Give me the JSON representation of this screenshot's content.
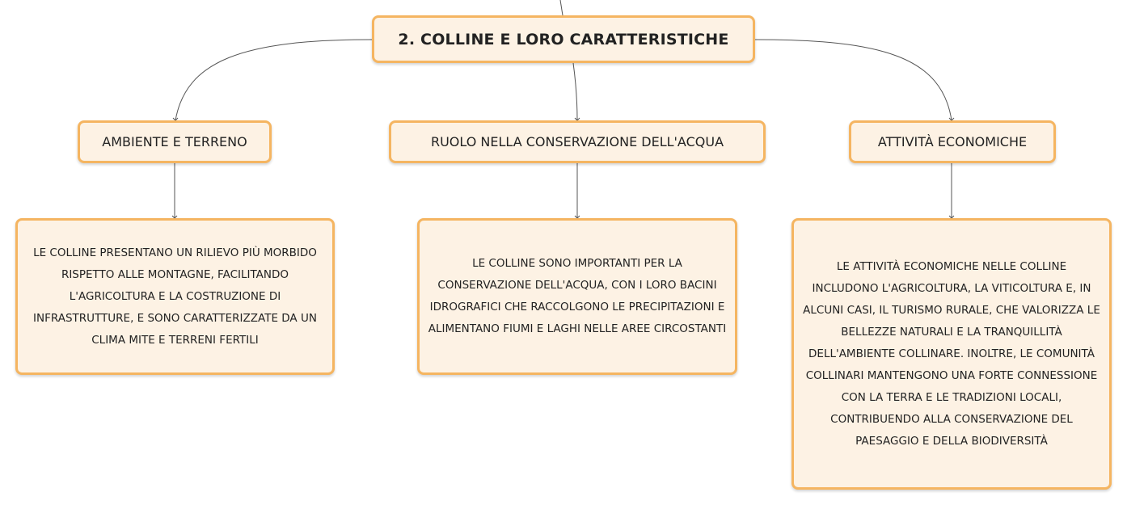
{
  "root": {
    "title": "2. COLLINE E LORO CARATTERISTICHE"
  },
  "topics": [
    {
      "label": "AMBIENTE E TERRENO",
      "detail": "LE COLLINE PRESENTANO UN RILIEVO PIÙ MORBIDO RISPETTO ALLE MONTAGNE, FACILITANDO L'AGRICOLTURA E LA COSTRUZIONE DI INFRASTRUTTURE, E SONO CARATTERIZZATE DA UN CLIMA MITE E TERRENI FERTILI"
    },
    {
      "label": "RUOLO NELLA CONSERVAZIONE DELL'ACQUA",
      "detail": "LE COLLINE SONO IMPORTANTI PER LA CONSERVAZIONE DELL'ACQUA, CON I LORO BACINI IDROGRAFICI CHE RACCOLGONO LE PRECIPITAZIONI E ALIMENTANO FIUMI E LAGHI NELLE AREE CIRCOSTANTI"
    },
    {
      "label": "ATTIVITÀ ECONOMICHE",
      "detail": "LE ATTIVITÀ ECONOMICHE NELLE COLLINE INCLUDONO L'AGRICOLTURA, LA VITICOLTURA E, IN ALCUNI CASI, IL TURISMO RURALE, CHE VALORIZZA LE BELLEZZE NATURALI E LA TRANQUILLITÀ DELL'AMBIENTE COLLINARE. INOLTRE, LE COMUNITÀ COLLINARI MANTENGONO UNA FORTE CONNESSIONE CON LA TERRA E LE TRADIZIONI LOCALI, CONTRIBUENDO ALLA CONSERVAZIONE DEL PAESAGGIO E DELLA BIODIVERSITÀ"
    }
  ],
  "colors": {
    "node_fill": "#fdf2e4",
    "node_border": "#f5b561",
    "connector": "#555555",
    "text": "#222222"
  }
}
